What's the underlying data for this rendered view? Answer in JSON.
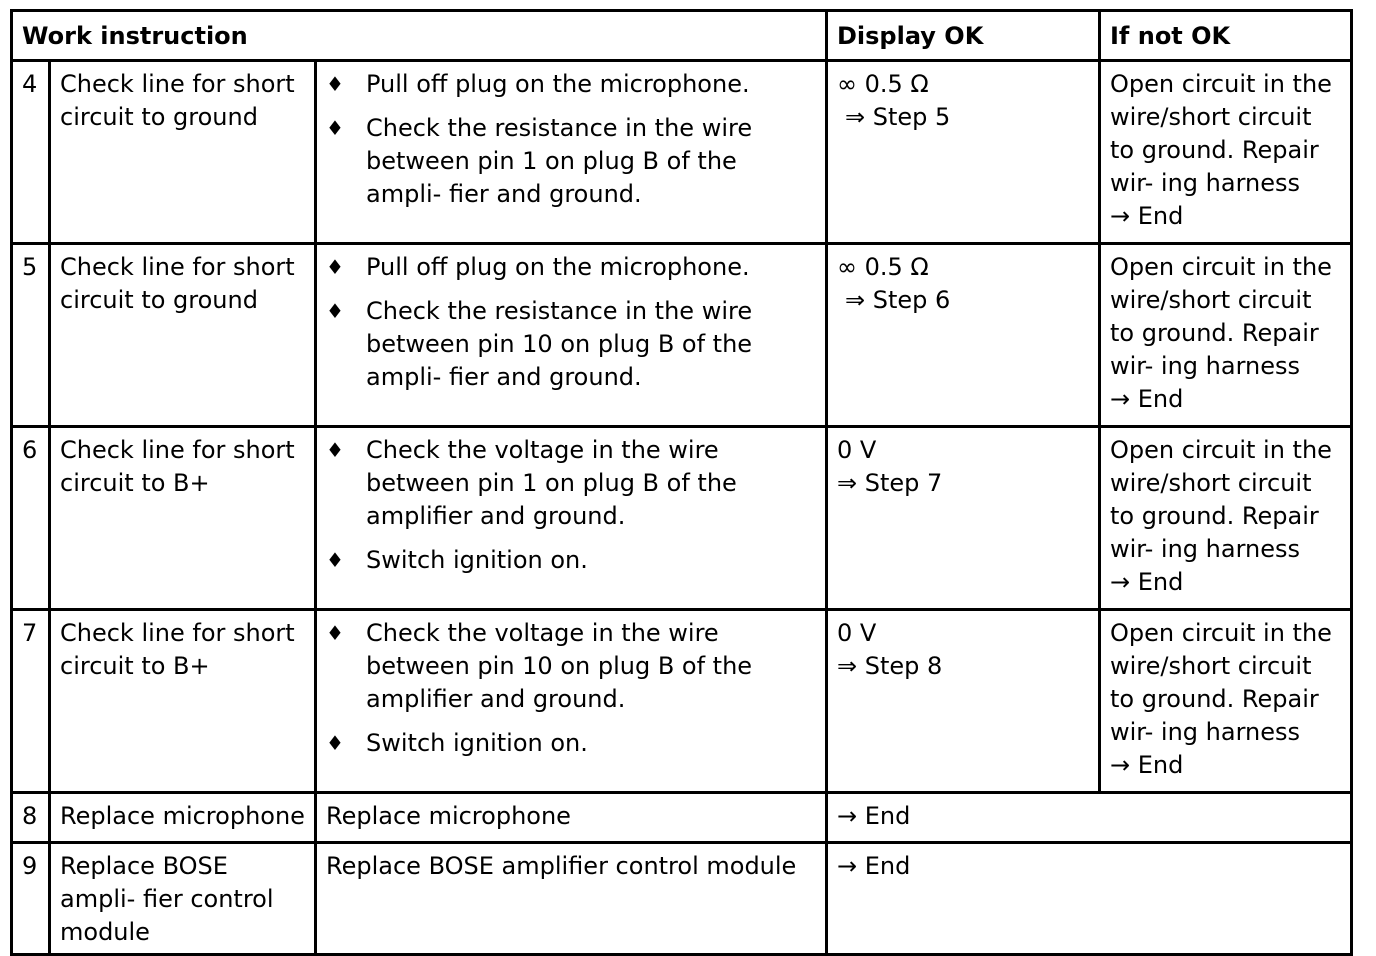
{
  "header": {
    "work_instruction": "Work instruction",
    "display_ok": "Display OK",
    "if_not_ok": "If not OK"
  },
  "bullet_symbol": "♦",
  "rows": [
    {
      "num": "4",
      "title": "Check line for short circuit to ground",
      "steps": [
        "Pull off plug on the microphone.",
        "Check the resistance in the wire between pin 1 on plug B of the ampli- fier and ground."
      ],
      "ok_value": "∞ 0.5 Ω",
      "ok_next": "⇒ Step 5",
      "not_ok": "Open circuit in the wire/short circuit to ground. Repair wir- ing harness",
      "not_ok_next": "→ End"
    },
    {
      "num": "5",
      "title": "Check line for short circuit to ground",
      "steps": [
        "Pull off plug on the microphone.",
        "Check the resistance in the wire between pin 10 on plug B of the ampli- fier and ground."
      ],
      "ok_value": "∞ 0.5 Ω",
      "ok_next": "⇒ Step 6",
      "not_ok": "Open circuit in the wire/short circuit to ground. Repair wir- ing harness",
      "not_ok_next": "→ End"
    },
    {
      "num": "6",
      "title": "Check line for short circuit to B+",
      "steps": [
        "Check the voltage in the wire between pin 1 on plug B of the amplifier and ground.",
        "Switch ignition on."
      ],
      "ok_value": "0 V",
      "ok_next": "⇒ Step 7",
      "not_ok": "Open circuit in the wire/short circuit to ground. Repair wir- ing harness",
      "not_ok_next": "→ End"
    },
    {
      "num": "7",
      "title": "Check line for short circuit to B+",
      "steps": [
        "Check the voltage in the wire between pin 10 on plug B of the amplifier and ground.",
        "Switch ignition on."
      ],
      "ok_value": "0 V",
      "ok_next": "⇒ Step 8",
      "not_ok": "Open circuit in the wire/short circuit to ground. Repair wir- ing harness",
      "not_ok_next": "→ End"
    },
    {
      "num": "8",
      "title": "Replace microphone",
      "action": "Replace microphone",
      "result": "→ End"
    },
    {
      "num": "9",
      "title": "Replace BOSE ampli- fier control module",
      "action": "Replace BOSE amplifier control module",
      "result": "→ End"
    }
  ]
}
